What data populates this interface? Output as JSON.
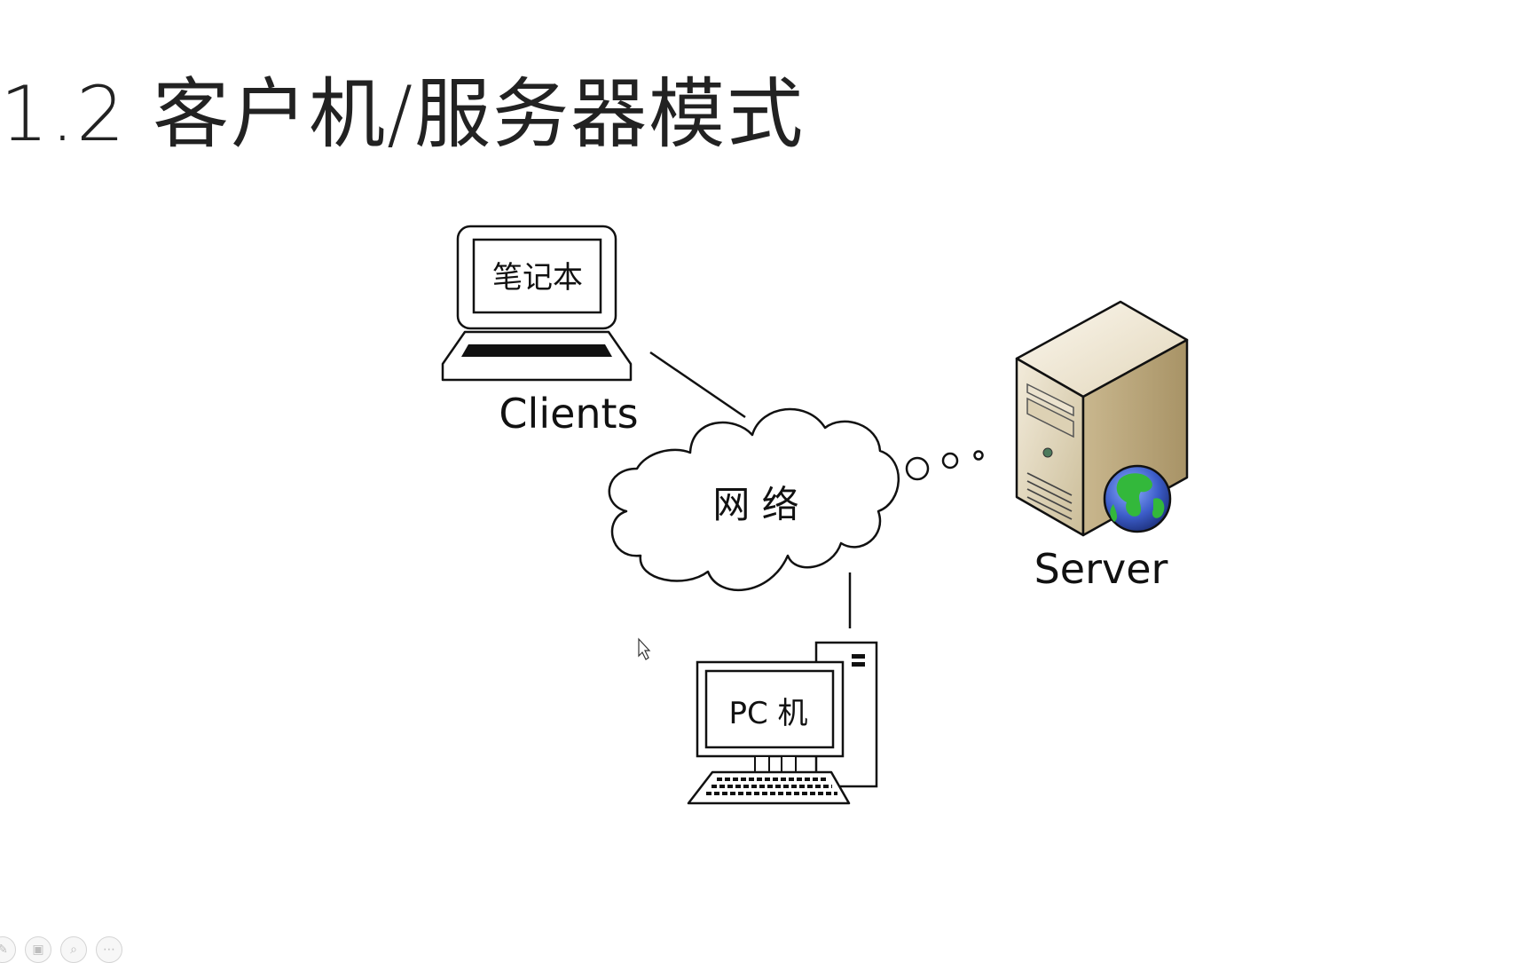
{
  "slide": {
    "title": "1.2 客户机/服务器模式"
  },
  "diagram": {
    "laptop_screen_label": "笔记本",
    "clients_label": "Clients",
    "network_label": "网 络",
    "server_label": "Server",
    "pc_screen_label": "PC 机"
  },
  "icons": {
    "laptop": "laptop-icon",
    "cloud": "cloud-icon",
    "server": "server-tower-icon",
    "globe": "globe-icon",
    "pc": "desktop-pc-icon",
    "pointer": "mouse-pointer-icon"
  },
  "colors": {
    "server_body": "#e3d7bd",
    "server_shadow": "#b3a27a",
    "globe_ocean": "#3c5dc9",
    "globe_land": "#33b83b"
  },
  "toolbar": {
    "buttons": [
      "pen-icon",
      "slides-icon",
      "zoom-icon",
      "more-icon"
    ]
  }
}
